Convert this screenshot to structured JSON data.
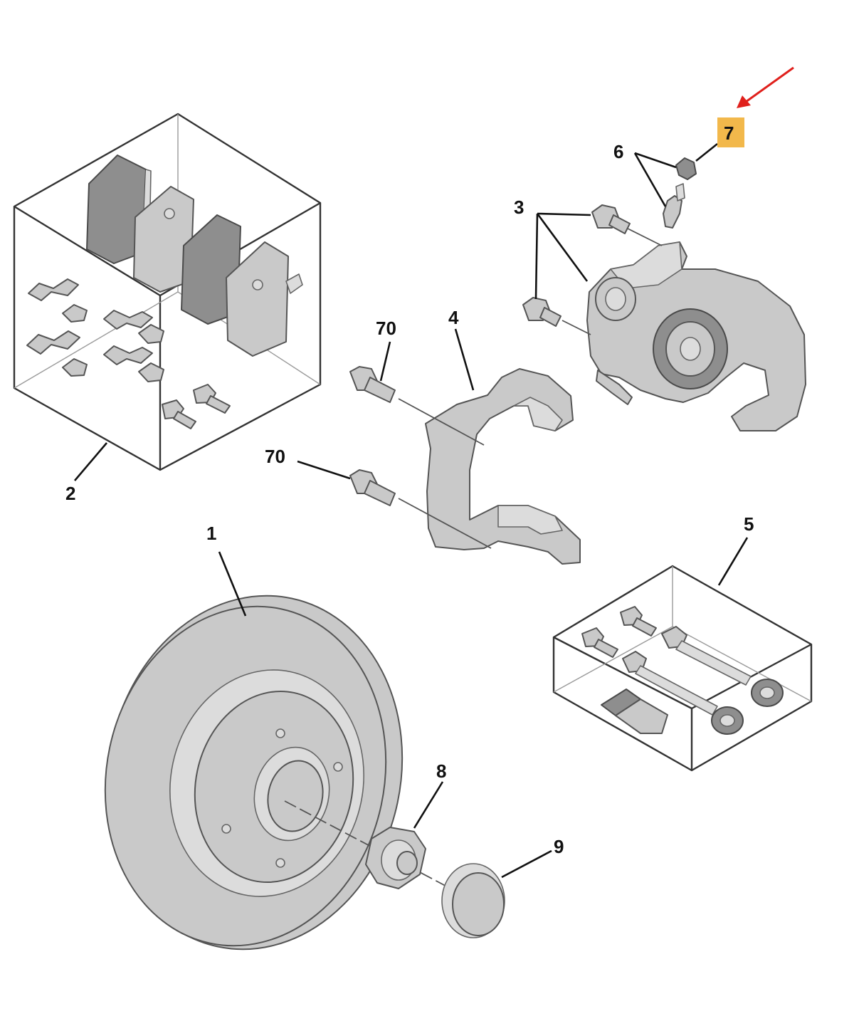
{
  "callouts": {
    "disc": "1",
    "pad_kit": "2",
    "caliper_bolts": "3",
    "carrier": "4",
    "guide_kit": "5",
    "bleed_screw": "6",
    "dust_cap": "7",
    "hub_nut": "8",
    "grease_cap": "9",
    "carrier_bolt_upper": "70",
    "carrier_bolt_lower": "70"
  },
  "highlight_color": "#f2b84b",
  "arrow_color": "#e0201c"
}
